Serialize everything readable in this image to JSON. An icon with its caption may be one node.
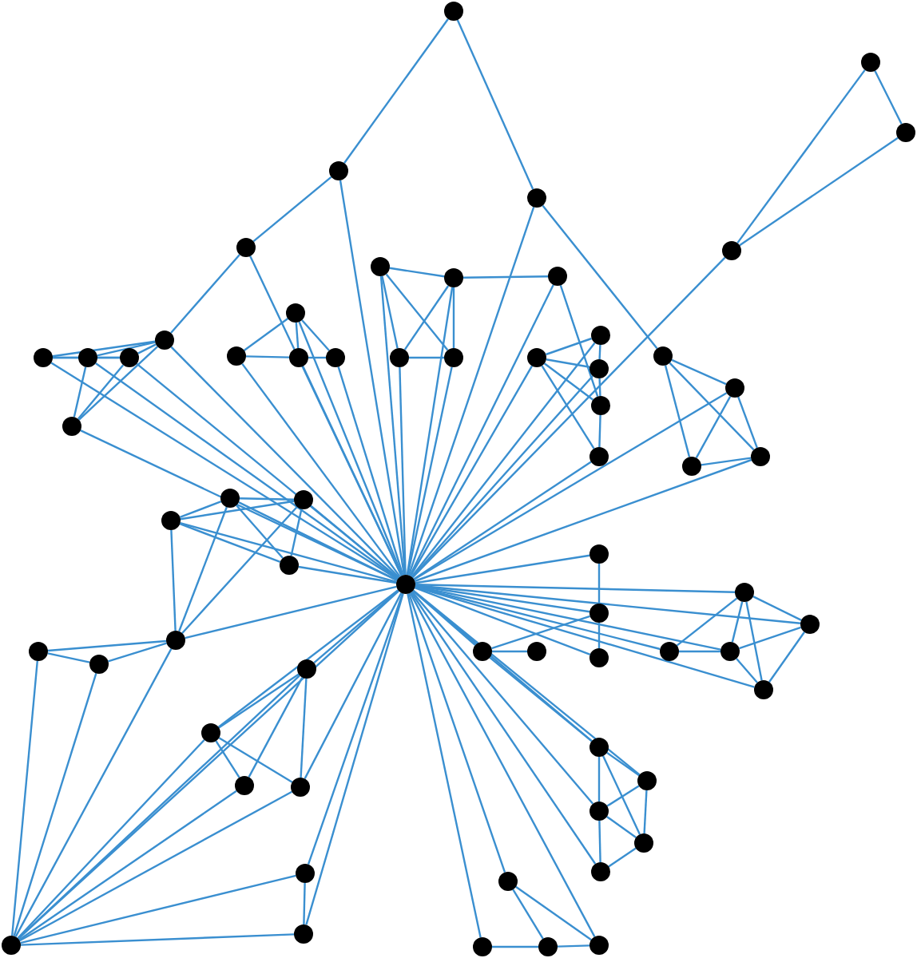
{
  "diagram": {
    "nodes": [
      {
        "text": [],
        "shape": "circle"
      },
      {
        "text": [],
        "shape": "circle"
      },
      {
        "text": [],
        "shape": "circle"
      },
      {
        "text": [],
        "shape": "circle"
      },
      {
        "text": [],
        "shape": "circle"
      },
      {
        "text": [],
        "shape": "circle"
      },
      {
        "text": [],
        "shape": "circle"
      },
      {
        "text": [],
        "shape": "circle"
      },
      {
        "text": [],
        "shape": "circle"
      },
      {
        "text": [],
        "shape": "circle"
      },
      {
        "text": [],
        "shape": "circle"
      },
      {
        "text": [],
        "shape": "circle"
      },
      {
        "text": [],
        "shape": "circle"
      },
      {
        "text": [],
        "shape": "circle"
      },
      {
        "text": [],
        "shape": "circle"
      },
      {
        "text": [],
        "shape": "circle"
      },
      {
        "text": [],
        "shape": "circle"
      },
      {
        "text": [],
        "shape": "circle"
      },
      {
        "text": [],
        "shape": "circle"
      },
      {
        "text": [],
        "shape": "circle"
      },
      {
        "text": [],
        "shape": "circle"
      },
      {
        "text": [],
        "shape": "circle"
      },
      {
        "text": [],
        "shape": "circle"
      },
      {
        "text": [],
        "shape": "circle"
      },
      {
        "text": [],
        "shape": "circle"
      },
      {
        "text": [],
        "shape": "circle"
      },
      {
        "text": [],
        "shape": "circle"
      },
      {
        "text": [],
        "shape": "circle"
      },
      {
        "text": [],
        "shape": "circle"
      },
      {
        "text": [],
        "shape": "circle"
      },
      {
        "text": [],
        "shape": "circle"
      },
      {
        "text": [],
        "shape": "circle"
      },
      {
        "text": [],
        "shape": "circle"
      },
      {
        "text": [],
        "shape": "circle"
      },
      {
        "text": [],
        "shape": "circle"
      },
      {
        "text": [],
        "shape": "circle"
      },
      {
        "text": [],
        "shape": "circle"
      },
      {
        "text": [],
        "shape": "circle"
      },
      {
        "text": [],
        "shape": "circle"
      },
      {
        "text": [],
        "shape": "circle"
      },
      {
        "text": [],
        "shape": "circle"
      },
      {
        "text": [],
        "shape": "circle"
      },
      {
        "text": [],
        "shape": "circle"
      },
      {
        "text": [],
        "shape": "circle"
      },
      {
        "text": [],
        "shape": "circle"
      },
      {
        "text": [],
        "shape": "circle"
      },
      {
        "text": [],
        "shape": "circle"
      },
      {
        "text": [],
        "shape": "circle"
      },
      {
        "text": [],
        "shape": "circle"
      },
      {
        "text": [],
        "shape": "circle"
      },
      {
        "text": [],
        "shape": "circle"
      },
      {
        "text": [],
        "shape": "circle"
      },
      {
        "text": [],
        "shape": "circle"
      },
      {
        "text": [],
        "shape": "circle"
      },
      {
        "text": [],
        "shape": "circle"
      },
      {
        "text": [],
        "shape": "circle"
      },
      {
        "text": [],
        "shape": "circle"
      },
      {
        "text": [],
        "shape": "circle"
      },
      {
        "text": [],
        "shape": "circle"
      },
      {
        "text": [],
        "shape": "circle"
      },
      {
        "text": [],
        "shape": "circle"
      },
      {
        "text": [],
        "shape": "circle"
      },
      {
        "text": [],
        "shape": "circle"
      },
      {
        "text": [],
        "shape": "circle"
      }
    ],
    "edges": [
      {
        "from": 1,
        "to": 2,
        "arrow": "none"
      },
      {
        "from": 1,
        "to": 3,
        "arrow": "none"
      },
      {
        "from": 2,
        "to": 4,
        "arrow": "none"
      },
      {
        "from": 4,
        "to": 11,
        "arrow": "none"
      },
      {
        "from": 2,
        "to": 0,
        "arrow": "none"
      },
      {
        "from": 3,
        "to": 0,
        "arrow": "none"
      },
      {
        "from": 3,
        "to": 27,
        "arrow": "none"
      },
      {
        "from": 4,
        "to": 0,
        "arrow": "none"
      },
      {
        "from": 5,
        "to": 6,
        "arrow": "none"
      },
      {
        "from": 5,
        "to": 7,
        "arrow": "none"
      },
      {
        "from": 6,
        "to": 7,
        "arrow": "none"
      },
      {
        "from": 7,
        "to": 0,
        "arrow": "none"
      },
      {
        "from": 8,
        "to": 9,
        "arrow": "none"
      },
      {
        "from": 8,
        "to": 10,
        "arrow": "none"
      },
      {
        "from": 8,
        "to": 11,
        "arrow": "none"
      },
      {
        "from": 9,
        "to": 10,
        "arrow": "none"
      },
      {
        "from": 9,
        "to": 11,
        "arrow": "none"
      },
      {
        "from": 10,
        "to": 11,
        "arrow": "none"
      },
      {
        "from": 9,
        "to": 12,
        "arrow": "none"
      },
      {
        "from": 10,
        "to": 12,
        "arrow": "none"
      },
      {
        "from": 11,
        "to": 12,
        "arrow": "none"
      },
      {
        "from": 8,
        "to": 0,
        "arrow": "none"
      },
      {
        "from": 9,
        "to": 0,
        "arrow": "none"
      },
      {
        "from": 10,
        "to": 0,
        "arrow": "none"
      },
      {
        "from": 11,
        "to": 0,
        "arrow": "none"
      },
      {
        "from": 12,
        "to": 0,
        "arrow": "none"
      },
      {
        "from": 13,
        "to": 14,
        "arrow": "none"
      },
      {
        "from": 13,
        "to": 15,
        "arrow": "none"
      },
      {
        "from": 14,
        "to": 15,
        "arrow": "none"
      },
      {
        "from": 14,
        "to": 16,
        "arrow": "none"
      },
      {
        "from": 15,
        "to": 16,
        "arrow": "none"
      },
      {
        "from": 13,
        "to": 0,
        "arrow": "none"
      },
      {
        "from": 14,
        "to": 0,
        "arrow": "none"
      },
      {
        "from": 15,
        "to": 0,
        "arrow": "none"
      },
      {
        "from": 16,
        "to": 0,
        "arrow": "none"
      },
      {
        "from": 17,
        "to": 18,
        "arrow": "none"
      },
      {
        "from": 17,
        "to": 19,
        "arrow": "none"
      },
      {
        "from": 17,
        "to": 20,
        "arrow": "none"
      },
      {
        "from": 18,
        "to": 19,
        "arrow": "none"
      },
      {
        "from": 18,
        "to": 20,
        "arrow": "none"
      },
      {
        "from": 19,
        "to": 20,
        "arrow": "none"
      },
      {
        "from": 18,
        "to": 21,
        "arrow": "none"
      },
      {
        "from": 17,
        "to": 0,
        "arrow": "none"
      },
      {
        "from": 18,
        "to": 0,
        "arrow": "none"
      },
      {
        "from": 19,
        "to": 0,
        "arrow": "none"
      },
      {
        "from": 20,
        "to": 0,
        "arrow": "none"
      },
      {
        "from": 21,
        "to": 25,
        "arrow": "none"
      },
      {
        "from": 21,
        "to": 0,
        "arrow": "none"
      },
      {
        "from": 22,
        "to": 23,
        "arrow": "none"
      },
      {
        "from": 22,
        "to": 24,
        "arrow": "none"
      },
      {
        "from": 22,
        "to": 25,
        "arrow": "none"
      },
      {
        "from": 22,
        "to": 26,
        "arrow": "none"
      },
      {
        "from": 23,
        "to": 24,
        "arrow": "none"
      },
      {
        "from": 24,
        "to": 25,
        "arrow": "none"
      },
      {
        "from": 25,
        "to": 26,
        "arrow": "none"
      },
      {
        "from": 22,
        "to": 0,
        "arrow": "none"
      },
      {
        "from": 23,
        "to": 0,
        "arrow": "none"
      },
      {
        "from": 24,
        "to": 0,
        "arrow": "none"
      },
      {
        "from": 26,
        "to": 0,
        "arrow": "none"
      },
      {
        "from": 27,
        "to": 28,
        "arrow": "none"
      },
      {
        "from": 27,
        "to": 29,
        "arrow": "none"
      },
      {
        "from": 27,
        "to": 30,
        "arrow": "none"
      },
      {
        "from": 28,
        "to": 29,
        "arrow": "none"
      },
      {
        "from": 28,
        "to": 30,
        "arrow": "none"
      },
      {
        "from": 29,
        "to": 30,
        "arrow": "none"
      },
      {
        "from": 28,
        "to": 0,
        "arrow": "none"
      },
      {
        "from": 30,
        "to": 0,
        "arrow": "none"
      },
      {
        "from": 31,
        "to": 32,
        "arrow": "none"
      },
      {
        "from": 31,
        "to": 33,
        "arrow": "none"
      },
      {
        "from": 33,
        "to": 32,
        "arrow": "none"
      },
      {
        "from": 31,
        "to": 34,
        "arrow": "none"
      },
      {
        "from": 32,
        "to": 34,
        "arrow": "none"
      },
      {
        "from": 33,
        "to": 34,
        "arrow": "none"
      },
      {
        "from": 33,
        "to": 35,
        "arrow": "none"
      },
      {
        "from": 31,
        "to": 35,
        "arrow": "none"
      },
      {
        "from": 32,
        "to": 35,
        "arrow": "none"
      },
      {
        "from": 31,
        "to": 0,
        "arrow": "none"
      },
      {
        "from": 32,
        "to": 0,
        "arrow": "none"
      },
      {
        "from": 33,
        "to": 0,
        "arrow": "none"
      },
      {
        "from": 34,
        "to": 0,
        "arrow": "none"
      },
      {
        "from": 35,
        "to": 0,
        "arrow": "none"
      },
      {
        "from": 35,
        "to": 36,
        "arrow": "none"
      },
      {
        "from": 36,
        "to": 37,
        "arrow": "none"
      },
      {
        "from": 37,
        "to": 35,
        "arrow": "none"
      },
      {
        "from": 36,
        "to": 44,
        "arrow": "none"
      },
      {
        "from": 37,
        "to": 44,
        "arrow": "none"
      },
      {
        "from": 35,
        "to": 44,
        "arrow": "none"
      },
      {
        "from": 38,
        "to": 39,
        "arrow": "none"
      },
      {
        "from": 38,
        "to": 40,
        "arrow": "none"
      },
      {
        "from": 38,
        "to": 41,
        "arrow": "none"
      },
      {
        "from": 39,
        "to": 40,
        "arrow": "none"
      },
      {
        "from": 39,
        "to": 41,
        "arrow": "none"
      },
      {
        "from": 38,
        "to": 0,
        "arrow": "none"
      },
      {
        "from": 39,
        "to": 0,
        "arrow": "none"
      },
      {
        "from": 41,
        "to": 0,
        "arrow": "none"
      },
      {
        "from": 38,
        "to": 44,
        "arrow": "none"
      },
      {
        "from": 39,
        "to": 44,
        "arrow": "none"
      },
      {
        "from": 41,
        "to": 44,
        "arrow": "none"
      },
      {
        "from": 40,
        "to": 44,
        "arrow": "none"
      },
      {
        "from": 42,
        "to": 43,
        "arrow": "none"
      },
      {
        "from": 42,
        "to": 44,
        "arrow": "none"
      },
      {
        "from": 43,
        "to": 44,
        "arrow": "none"
      },
      {
        "from": 42,
        "to": 0,
        "arrow": "none"
      },
      {
        "from": 43,
        "to": 0,
        "arrow": "none"
      },
      {
        "from": 44,
        "to": 0,
        "arrow": "none"
      },
      {
        "from": 45,
        "to": 46,
        "arrow": "none"
      },
      {
        "from": 46,
        "to": 47,
        "arrow": "none"
      },
      {
        "from": 45,
        "to": 0,
        "arrow": "none"
      },
      {
        "from": 46,
        "to": 0,
        "arrow": "none"
      },
      {
        "from": 47,
        "to": 0,
        "arrow": "none"
      },
      {
        "from": 48,
        "to": 49,
        "arrow": "none"
      },
      {
        "from": 48,
        "to": 46,
        "arrow": "none"
      },
      {
        "from": 48,
        "to": 0,
        "arrow": "none"
      },
      {
        "from": 50,
        "to": 51,
        "arrow": "none"
      },
      {
        "from": 50,
        "to": 52,
        "arrow": "none"
      },
      {
        "from": 50,
        "to": 53,
        "arrow": "none"
      },
      {
        "from": 50,
        "to": 54,
        "arrow": "none"
      },
      {
        "from": 51,
        "to": 53,
        "arrow": "none"
      },
      {
        "from": 51,
        "to": 54,
        "arrow": "none"
      },
      {
        "from": 52,
        "to": 53,
        "arrow": "none"
      },
      {
        "from": 53,
        "to": 54,
        "arrow": "none"
      },
      {
        "from": 50,
        "to": 0,
        "arrow": "none"
      },
      {
        "from": 51,
        "to": 0,
        "arrow": "none"
      },
      {
        "from": 52,
        "to": 0,
        "arrow": "none"
      },
      {
        "from": 53,
        "to": 0,
        "arrow": "none"
      },
      {
        "from": 54,
        "to": 0,
        "arrow": "none"
      },
      {
        "from": 55,
        "to": 56,
        "arrow": "none"
      },
      {
        "from": 55,
        "to": 57,
        "arrow": "none"
      },
      {
        "from": 55,
        "to": 58,
        "arrow": "none"
      },
      {
        "from": 56,
        "to": 57,
        "arrow": "none"
      },
      {
        "from": 56,
        "to": 58,
        "arrow": "none"
      },
      {
        "from": 57,
        "to": 58,
        "arrow": "none"
      },
      {
        "from": 57,
        "to": 59,
        "arrow": "none"
      },
      {
        "from": 58,
        "to": 59,
        "arrow": "none"
      },
      {
        "from": 55,
        "to": 0,
        "arrow": "none"
      },
      {
        "from": 56,
        "to": 0,
        "arrow": "none"
      },
      {
        "from": 57,
        "to": 0,
        "arrow": "none"
      },
      {
        "from": 59,
        "to": 0,
        "arrow": "none"
      },
      {
        "from": 48,
        "to": 55,
        "arrow": "none"
      },
      {
        "from": 60,
        "to": 62,
        "arrow": "none"
      },
      {
        "from": 60,
        "to": 63,
        "arrow": "none"
      },
      {
        "from": 61,
        "to": 62,
        "arrow": "none"
      },
      {
        "from": 62,
        "to": 63,
        "arrow": "none"
      },
      {
        "from": 61,
        "to": 0,
        "arrow": "none"
      },
      {
        "from": 60,
        "to": 0,
        "arrow": "none"
      },
      {
        "from": 63,
        "to": 0,
        "arrow": "none"
      }
    ]
  }
}
